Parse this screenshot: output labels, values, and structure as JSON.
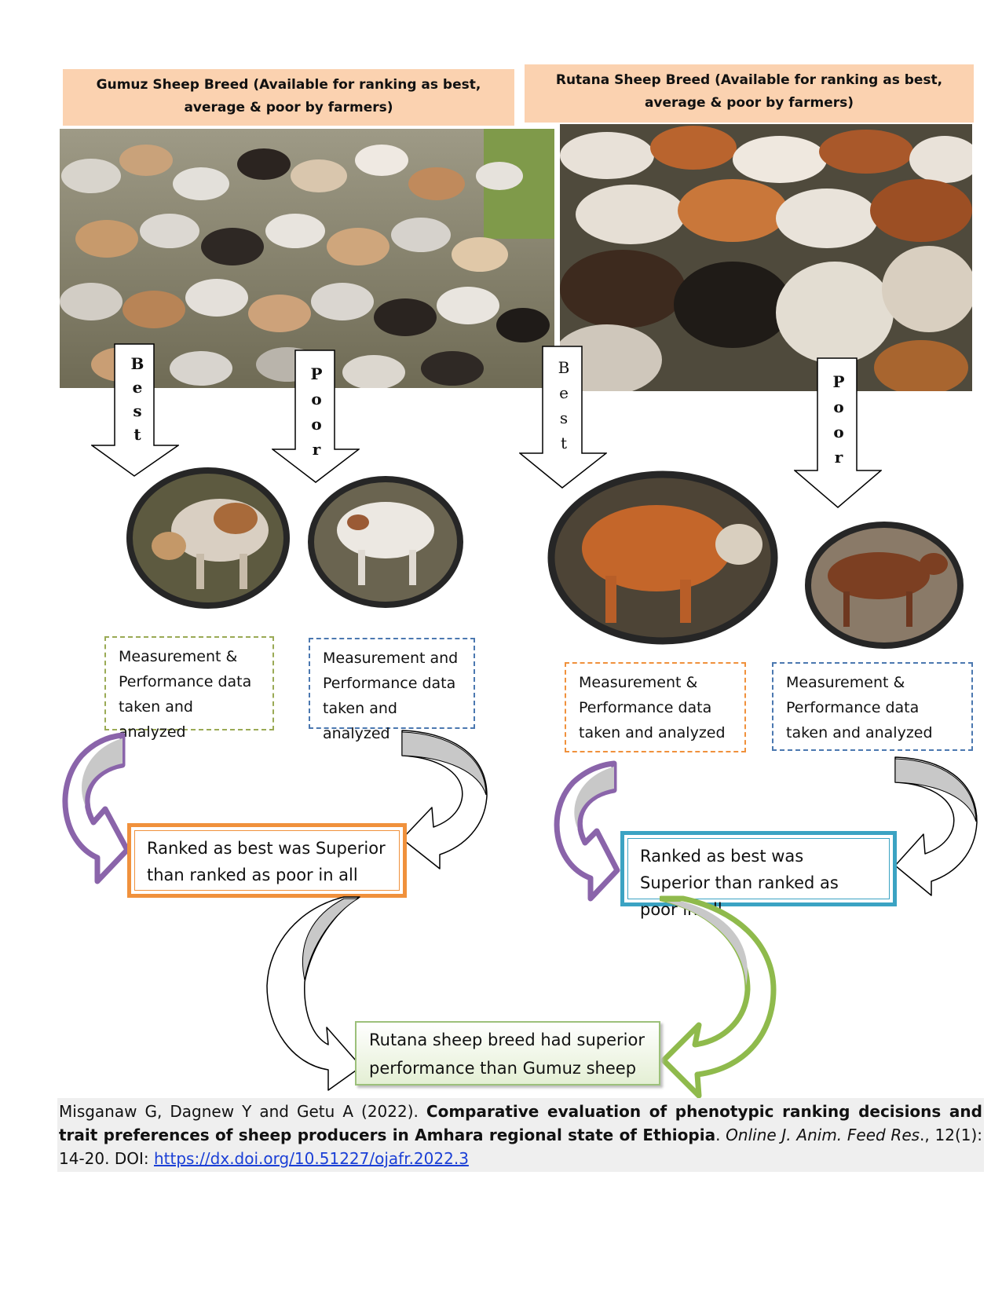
{
  "headers": {
    "gumuz": "Gumuz Sheep Breed (Available for ranking as best, average & poor by farmers)",
    "rutana": "Rutana Sheep Breed (Available for ranking as best, average & poor by farmers)"
  },
  "arrows": {
    "gumuz_best": [
      "B",
      "e",
      "s",
      "t"
    ],
    "gumuz_poor": [
      "P",
      "o",
      "o",
      "r"
    ],
    "rutana_best": [
      "B",
      "e",
      "s",
      "t"
    ],
    "rutana_poor": [
      "P",
      "o",
      "o",
      "r"
    ]
  },
  "measure_boxes": {
    "gumuz_best": "Measurement & Performance data taken and analyzed",
    "gumuz_poor": "Measurement and Performance data taken and analyzed",
    "rutana_best": "Measurement & Performance data taken and analyzed",
    "rutana_poor": "Measurement & Performance data taken and analyzed"
  },
  "ranked": {
    "gumuz": "Ranked as best was Superior than ranked as poor in all",
    "rutana": "Ranked as best was Superior than ranked as poor in all"
  },
  "conclusion": "Rutana sheep breed had superior performance than Gumuz sheep",
  "citation": {
    "authors": "Misganaw G, Dagnew Y and Getu A (2022).",
    "title": "Comparative evaluation of phenotypic ranking decisions and trait preferences of sheep producers in Amhara regional state of Ethiopia",
    "journal": "Online J. Anim. Feed Res",
    "details": "., 12(1): 14-20. DOI:",
    "doi": "https://dx.doi.org/10.51227/ojafr.2022.3"
  },
  "colors": {
    "header_bg": "#fbd2b0",
    "purple": "#8a64aa",
    "gray_fill": "#c8c8c8",
    "orange": "#f0913c",
    "teal": "#3ba3c3",
    "green": "#8fba4c",
    "olive_dash": "#9aaa55",
    "blue_dash": "#4b78b0",
    "orange_dash": "#f0913c"
  }
}
